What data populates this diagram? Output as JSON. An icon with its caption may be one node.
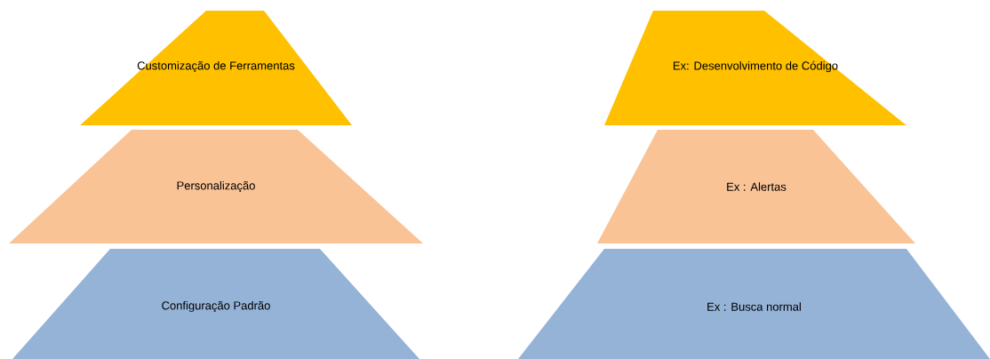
{
  "diagram": {
    "nodes": [
      {
        "text": [
          "Customização de Ferramentas"
        ]
      },
      {
        "text": [
          "Personalização"
        ]
      },
      {
        "text": [
          "Configuração Padrão"
        ]
      },
      {
        "text": [
          "Ex: Desenvolvimento de Código"
        ]
      },
      {
        "text": [
          "Ex : Alertas"
        ]
      },
      {
        "text": [
          "Ex : Busca normal"
        ]
      }
    ]
  }
}
